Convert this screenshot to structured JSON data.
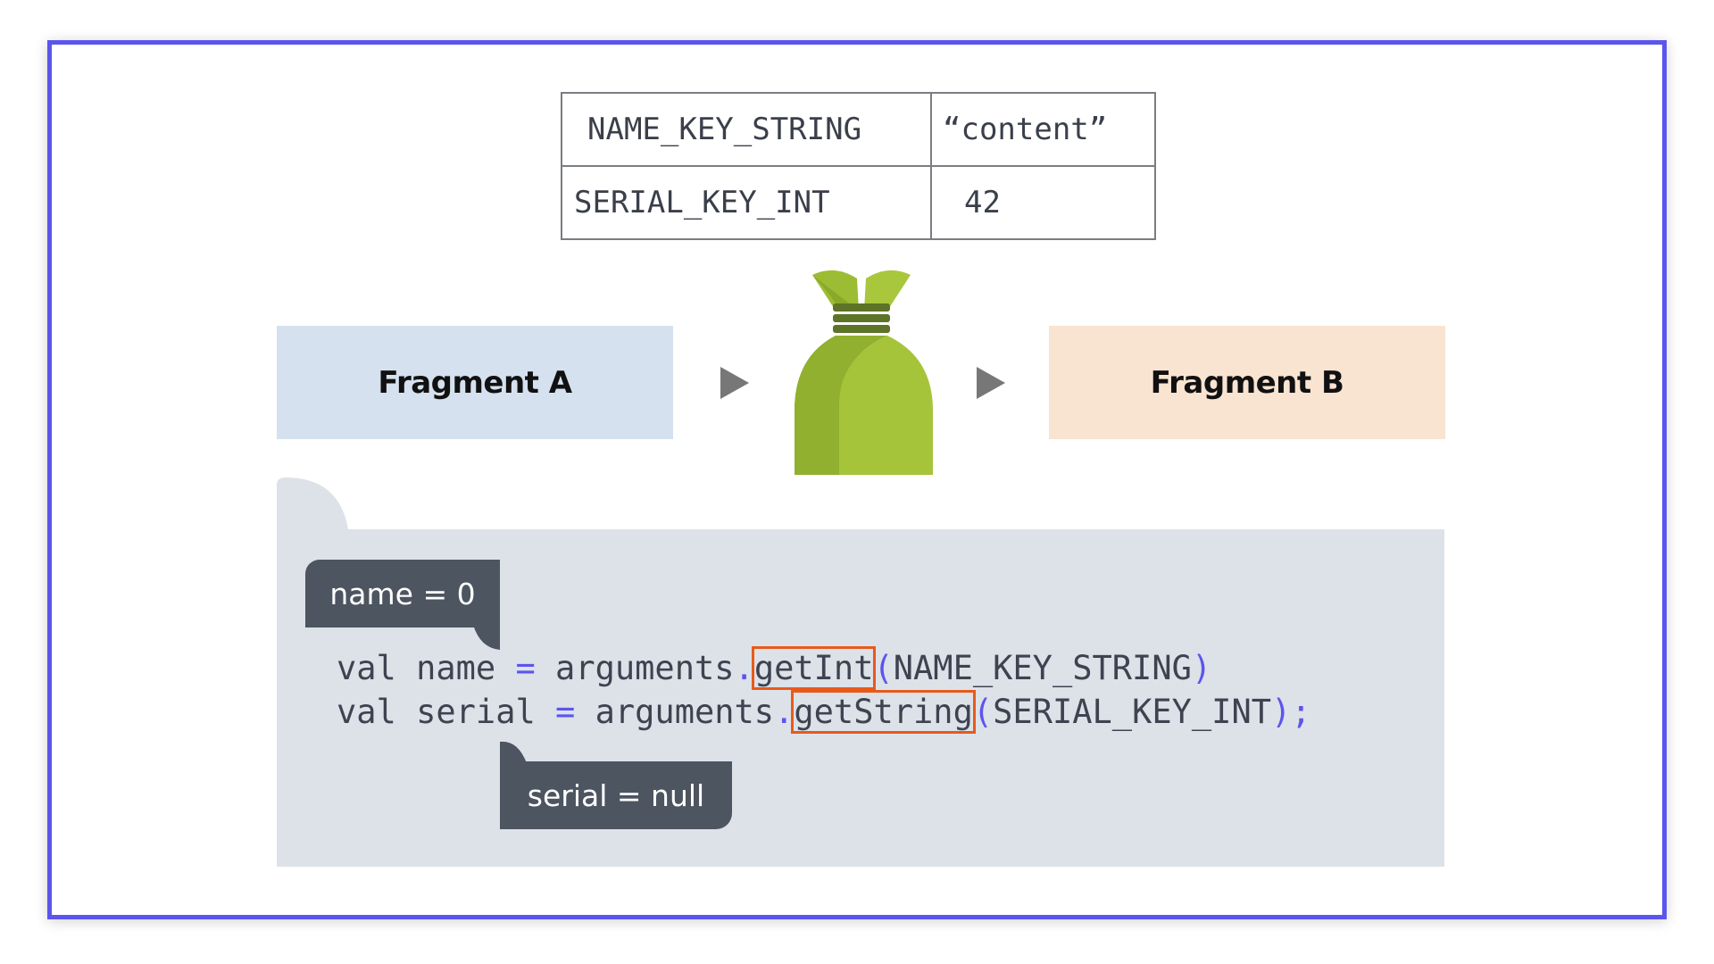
{
  "table": {
    "rows": [
      {
        "key": "NAME_KEY_STRING",
        "value": "“content”"
      },
      {
        "key": "SERIAL_KEY_INT",
        "value": "42"
      }
    ]
  },
  "fragments": {
    "source": "Fragment A",
    "destination": "Fragment B"
  },
  "code": {
    "line1": {
      "prefix": "val name ",
      "eq": "=",
      "receiver": " arguments",
      "dot": ".",
      "method": "getInt",
      "open": "(",
      "arg": "NAME_KEY_STRING",
      "close": ")"
    },
    "line2": {
      "prefix": "val serial ",
      "eq": "=",
      "receiver": " arguments",
      "dot": ".",
      "method": "getString",
      "open": "(",
      "arg": "SERIAL_KEY_INT",
      "close": ");"
    }
  },
  "callouts": {
    "name_result": "name = 0",
    "serial_result": "serial = null"
  },
  "colors": {
    "frame_border": "#5b55ee",
    "fragment_a_bg": "#d5e1ef",
    "fragment_b_bg": "#f9e4d2",
    "code_panel_bg": "#dde1e8",
    "highlight_box": "#e85a1b",
    "bundle_green": "#a4c33a",
    "callout_bg": "#4c5560"
  },
  "icons": {
    "bundle": "bundle-bag-icon",
    "arrow": "play-arrow-icon"
  }
}
